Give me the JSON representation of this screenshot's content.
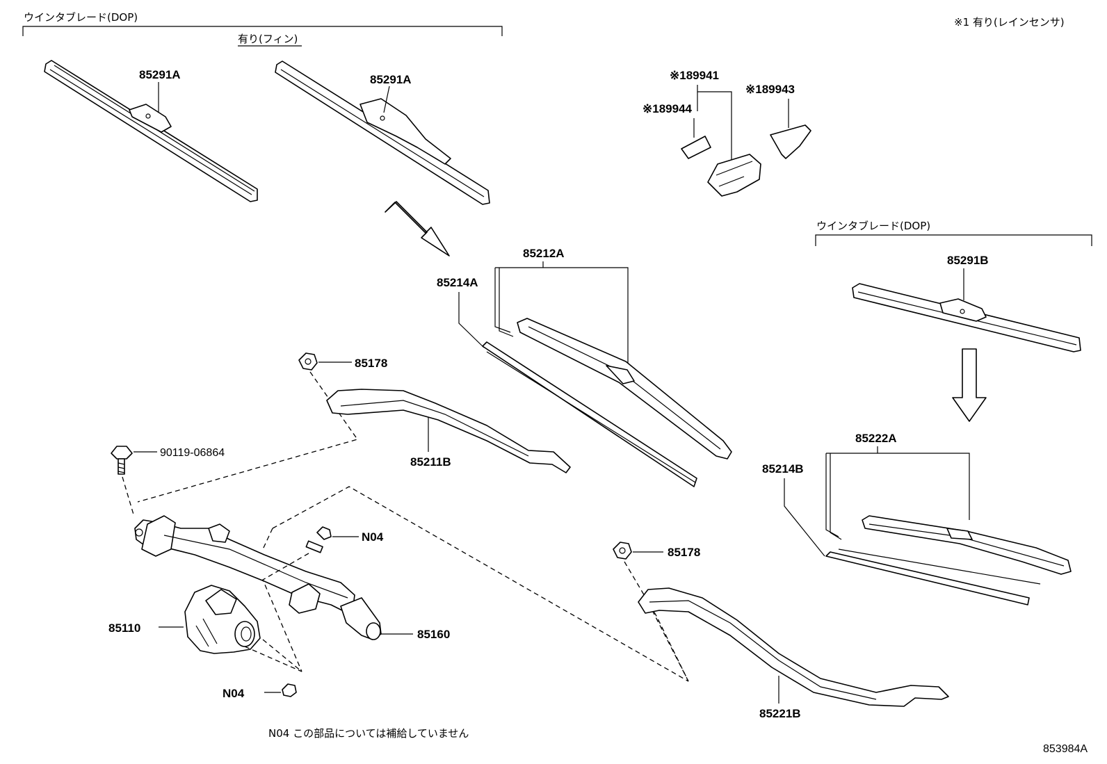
{
  "groups": {
    "dop_left": "ウインタブレード(DOP)",
    "dop_left_sub": "有り(フィン)",
    "dop_right": "ウインタブレード(DOP)",
    "rain_sensor_note": "※1 有り(レインセンサ)"
  },
  "parts": {
    "p85291A_left": "85291A",
    "p85291A_right": "85291A",
    "p89941": "※189941",
    "p89944": "※189944",
    "p89943": "※189943",
    "p85212A": "85212A",
    "p85214A": "85214A",
    "p85291B": "85291B",
    "p85178_upper": "85178",
    "p85211B": "85211B",
    "p90119": "90119-06864",
    "pN04_upper": "N04",
    "p85110": "85110",
    "p85160": "85160",
    "pN04_lower": "N04",
    "p85178_lower": "85178",
    "p85222A": "85222A",
    "p85214B": "85214B",
    "p85221B": "85221B"
  },
  "footnote": "N04  この部品については補給していません",
  "diagram_id": "853984A"
}
